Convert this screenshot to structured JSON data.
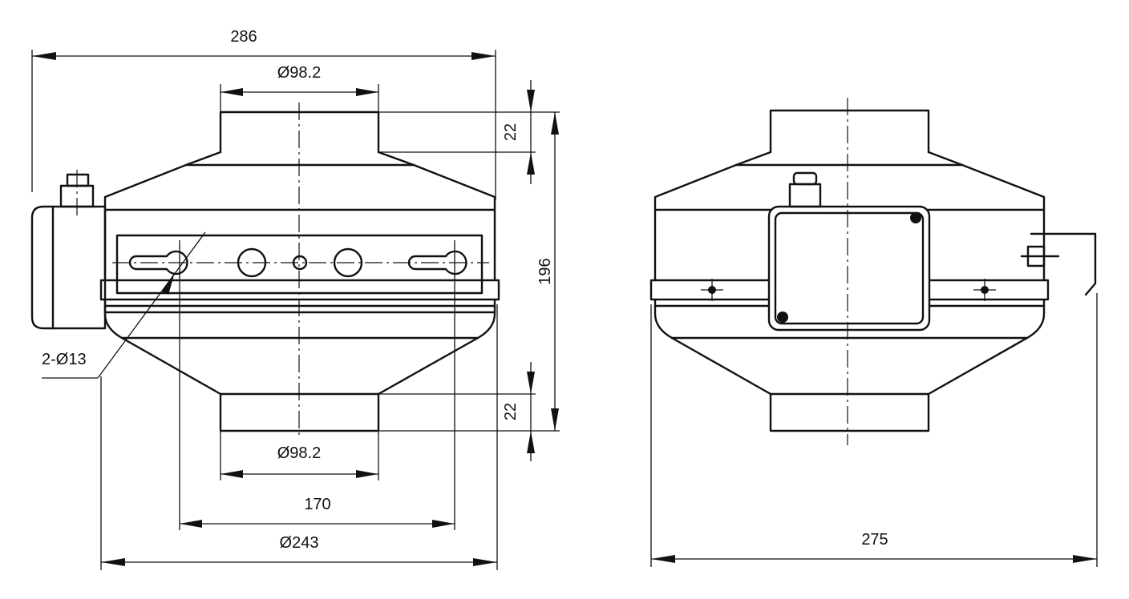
{
  "dimensions": {
    "overall_width": "286",
    "inlet_diameter_top": "Ø98.2",
    "inlet_height_top": "22",
    "body_height": "196",
    "inlet_height_bottom": "22",
    "inlet_diameter_bottom": "Ø98.2",
    "mount_hole_spacing": "170",
    "body_diameter": "Ø243",
    "mount_holes": "2-Ø13",
    "side_width": "275"
  },
  "colors": {
    "line": "#111111",
    "background": "#ffffff"
  }
}
